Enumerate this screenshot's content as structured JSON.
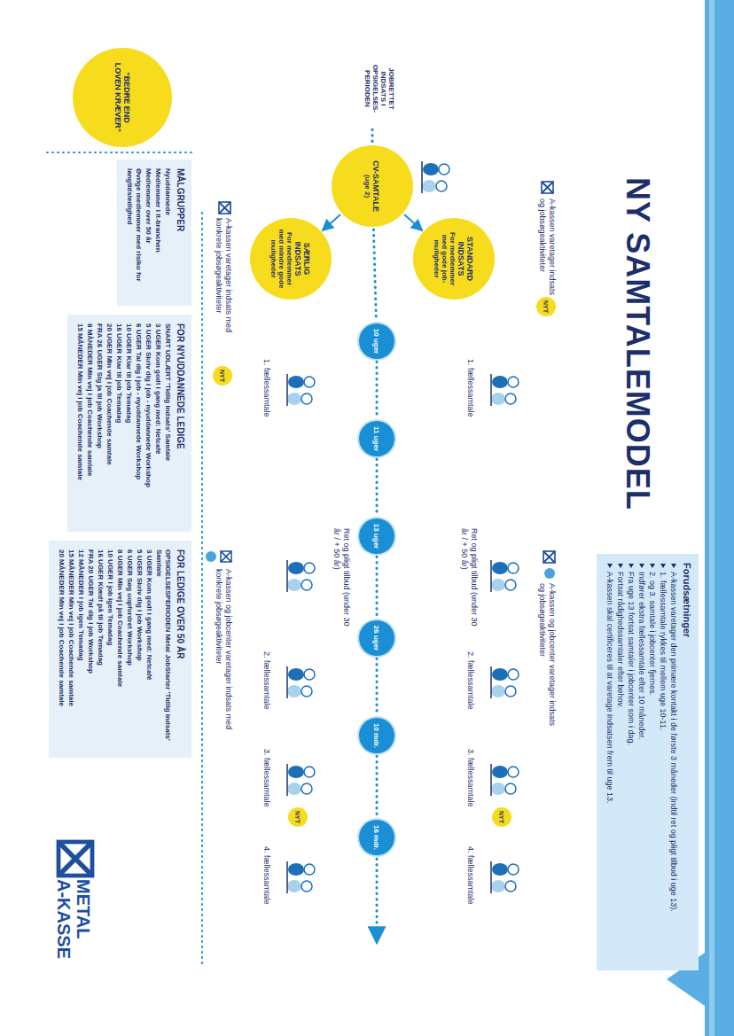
{
  "diagram": {
    "title": "NY SAMTALEMODEL",
    "nodes": [
      {
        "text": [
          "Forudsætninger",
          "A-kassen varetager den primære kontakt i de første 3 måneder (indtil ret og pligt tilbud i uge 13).",
          "1. fællessamtale rykkes til mellem uge 10-11.",
          "2. og 3. samtale i jobcenter fjernes.",
          "Indfører ekstra fællessamtale efter 10 måneder.",
          "Fra uge 13 fortsat samtaler i jobcenter som i dag.",
          "Fortsat rådighedssamtaler efter behov.",
          "A-kassen skal certificeres til at varetage indsatsen frem til uge 13."
        ]
      },
      {
        "text": [
          "CV-SAMTALE",
          "(uge 2)"
        ]
      },
      {
        "text": [
          "STANDARD INDSATS",
          "For medlemmer med gode job-muligheder"
        ]
      },
      {
        "text": [
          "SÆRLIG INDSATS",
          "For medlemmer med mindre gode muligheder"
        ]
      },
      {
        "text": [
          "10 uger"
        ]
      },
      {
        "text": [
          "11 uger"
        ]
      },
      {
        "text": [
          "13 uger"
        ]
      },
      {
        "text": [
          "26 uger"
        ]
      },
      {
        "text": [
          "10 mdr."
        ]
      },
      {
        "text": [
          "16 mdr."
        ]
      },
      {
        "text": [
          "“BEDRE END LOVEN KRÆVER”"
        ]
      },
      {
        "text": [
          "MÅLGRUPPER",
          "Nyuddannede",
          "Medlemmer i it-branchen",
          "Medlemmer over 50 år",
          "Øvrige medlemmer med risiko for langtidsledighed"
        ]
      },
      {
        "text": [
          "FOR NYUDDANNEDE LEDIGE",
          "SNART UDLÆRT 'Tidlig indsats' Samtale",
          "3 UGER Kom godt i gang med: Netcafé",
          "5 UGER Skriv dig i job - nyuddannede Workshop",
          "6 UGER Tal dig i job - nyuddannede Workshop",
          "10 UGER Klar til job Temadag",
          "16 UGER Klar til job Temadag",
          "20 UGER Min vej i job Coachende samtale",
          "FRA 26 UGER Sig ja til job Workshop",
          "8 MÅNEDER Min vej i job Coachende samtale",
          "15 MÅNEDER Min vej i job Coachende samtale"
        ]
      },
      {
        "text": [
          "FOR LEDIGE OVER 50 ÅR",
          "OPSIGELSESPERIODEN Metal JobStarter 'Tidlig indsats' Samtale",
          "3 UGER Kom godt i gang med: Netcafé",
          "5 UGER Skriv dig i job Workshop",
          "6 UGER Søg uopfordret Workshop",
          "8 UGER Min vej i job Coachende samtale",
          "10 UGER I job igen Temadag",
          "16 UGER Klædt på til job Temadag",
          "FRA 20 UGER Tal dig i job Workshop",
          "12 MÅNEDER I job igen Temadag",
          "15 MÅNEDER Min vej i job Coachende samtale",
          "20 MÅNEDER Min vej i job Coachende samtale"
        ]
      }
    ],
    "edges": [
      {
        "from": 1,
        "to": 2,
        "arrow": "to"
      },
      {
        "from": 1,
        "to": 3,
        "arrow": "to"
      },
      {
        "from": 1,
        "to": 4,
        "arrow": "none"
      },
      {
        "from": 4,
        "to": 5,
        "arrow": "none"
      },
      {
        "from": 5,
        "to": 6,
        "arrow": "none"
      },
      {
        "from": 6,
        "to": 7,
        "arrow": "none"
      },
      {
        "from": 7,
        "to": 8,
        "arrow": "none"
      },
      {
        "from": 8,
        "to": 9,
        "arrow": "none"
      }
    ],
    "labels": [
      "JOBRETTET INDSATS I OPSIGELSES-PERIODEN",
      "A-kassen varetager indsats og jobsøgeaktiviteter",
      "NYT",
      "A-kassen og jobcenter varetager indsats og jobsøgeaktiviteter",
      "1. fællessamtale",
      "Ret og pligt tilbud (under 30 år / + 50 år)",
      "2. fællessamtale",
      "3. fællessamtale",
      "NYT",
      "4. fællessamtale",
      "1. fællessamtale",
      "Ret og pligt tilbud (under 30 år / + 50 år)",
      "2. fællessamtale",
      "3. fællessamtale",
      "NYT",
      "4. fællessamtale",
      "A-kassen varetager indsats med konkrete jobsøgeaktiviteter",
      "NYT",
      "A-kassen og jobcenter varetager indsats med konkrete jobsøgeaktiviteter",
      "METAL",
      "A-KASSE"
    ]
  }
}
